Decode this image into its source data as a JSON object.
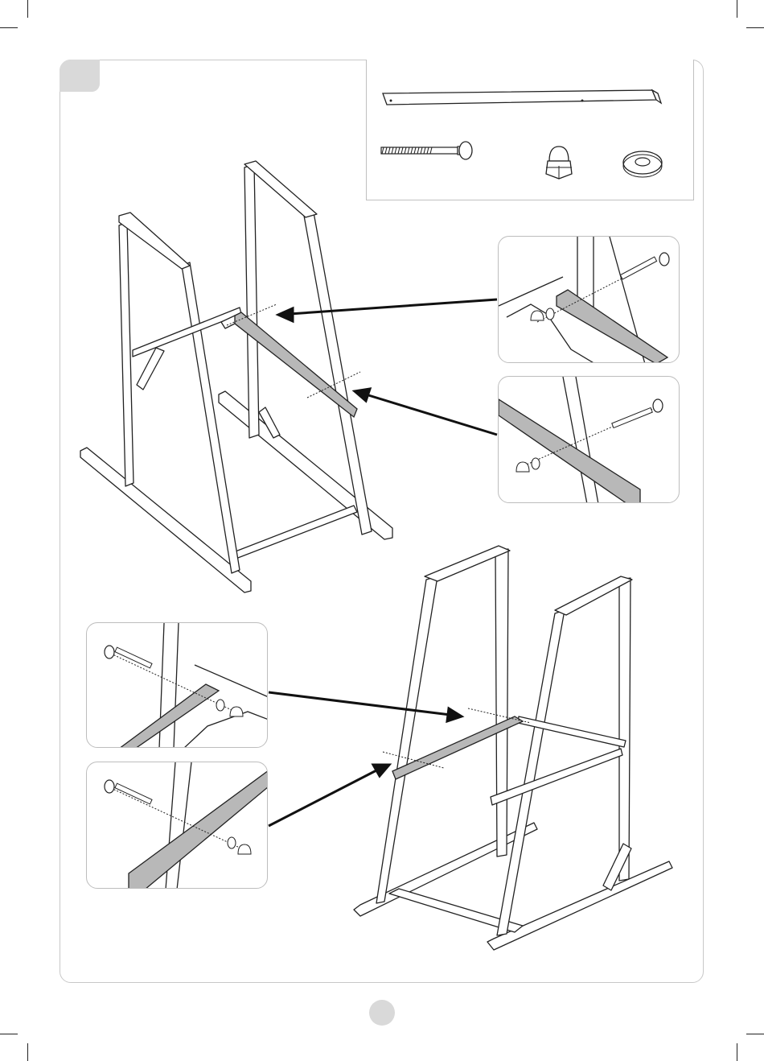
{
  "page": {
    "step_number": "",
    "page_number": ""
  },
  "colors": {
    "line": "#222222",
    "highlight_beam": "#b8b8b8",
    "frame_border": "#c8c8c8",
    "tab_fill": "#d9d9d9"
  },
  "parts": [
    {
      "name": "wooden-beam-part",
      "icon": "beam-icon"
    },
    {
      "name": "carriage-bolt-part",
      "icon": "bolt-icon"
    },
    {
      "name": "cap-nut-part",
      "icon": "acorn-nut-icon"
    },
    {
      "name": "washer-part",
      "icon": "washer-icon"
    }
  ]
}
